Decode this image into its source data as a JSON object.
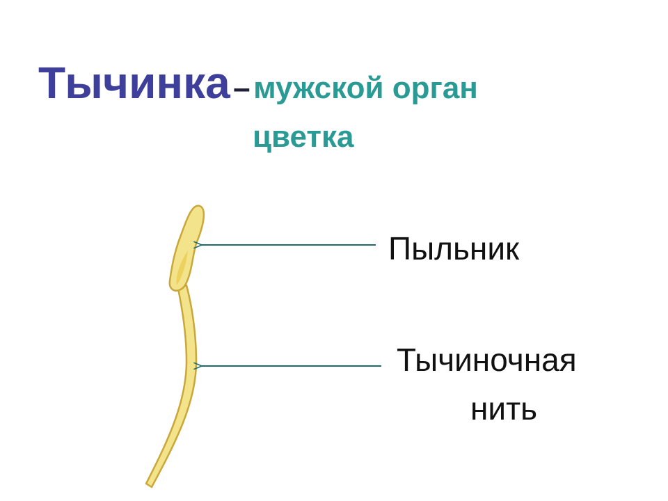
{
  "title": {
    "term": "Тычинка",
    "dash": "–",
    "description_line1": "мужской орган",
    "description_line2": "цветка"
  },
  "labels": {
    "anther": "Пыльник",
    "filament_line1": "Тычиночная",
    "filament_line2": "нить"
  },
  "colors": {
    "term": "#3d3f9b",
    "description": "#2a9a94",
    "stamen_fill": "#f3e38a",
    "stamen_shade": "#e8c948",
    "arrow": "#1d6b6b"
  }
}
